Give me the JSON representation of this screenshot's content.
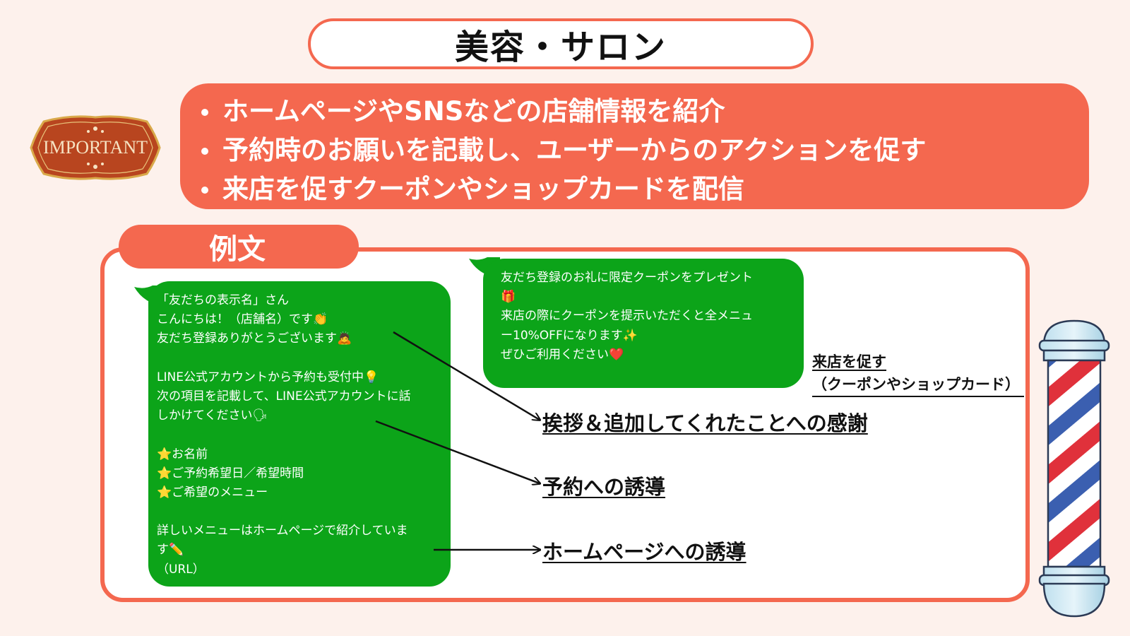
{
  "title": "美容・サロン",
  "badge": {
    "text": "IMPORTANT"
  },
  "key_points": [
    "ホームページやSNSなどの店舗情報を紹介",
    "予約時のお願いを記載し、ユーザーからのアクションを促す",
    "来店を促すクーポンやショップカードを配信"
  ],
  "example": {
    "tab_label": "例文",
    "message1": {
      "lines": [
        "「友だちの表示名」さん",
        "こんにちは！（店舗名）です👏",
        "友だち登録ありがとうございます🙇",
        "",
        "LINE公式アカウントから予約も受付中💡",
        "次の項目を記載して、LINE公式アカウントに話",
        "しかけてください🗣",
        "",
        "⭐お名前",
        "⭐ご予約希望日／希望時間",
        "⭐ご希望のメニュー",
        "",
        "詳しいメニューはホームページで紹介していま",
        "す✏️",
        "（URL）"
      ]
    },
    "message2": {
      "lines": [
        "友だち登録のお礼に限定クーポンをプレゼント",
        "🎁",
        "来店の際にクーポンを提示いただくと全メニュ",
        "ー10%OFFになります✨",
        "ぜひご利用ください❤️"
      ]
    },
    "annotations": {
      "greeting": "挨拶＆追加してくれたことへの感謝",
      "reservation": "予約への誘導",
      "homepage": "ホームページへの誘導",
      "visit_line1": "来店を促す",
      "visit_line2": "（クーポンやショップカード）"
    }
  },
  "colors": {
    "accent": "#f4684f",
    "bubble": "#0ca419",
    "background": "#fdf1ec"
  },
  "icons": {
    "badge": "important-badge-icon",
    "pole": "barber-pole-icon"
  }
}
